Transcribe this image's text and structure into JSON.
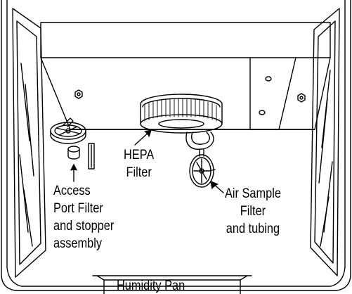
{
  "colors": {
    "line": "#000000",
    "background": "#ffffff"
  },
  "labels": {
    "hepa": [
      "HEPA",
      "Filter"
    ],
    "access": [
      "Access",
      "Port Filter",
      "and stopper",
      "assembly"
    ],
    "air_sample": [
      "Air Sample",
      "Filter",
      "and tubing"
    ],
    "humidity_pan": "Humidity Pan"
  }
}
